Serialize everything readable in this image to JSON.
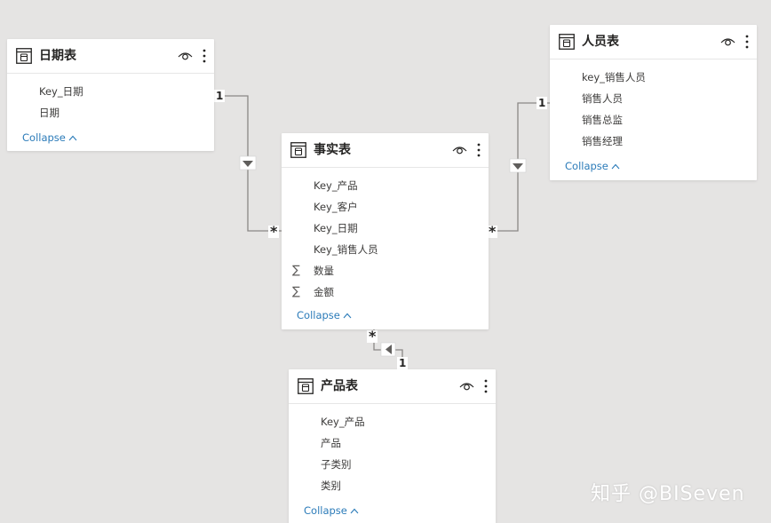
{
  "tables": {
    "date": {
      "title": "日期表",
      "fields": [
        "Key_日期",
        "日期"
      ],
      "collapse": "Collapse"
    },
    "people": {
      "title": "人员表",
      "fields": [
        "key_销售人员",
        "销售人员",
        "销售总监",
        "销售经理"
      ],
      "collapse": "Collapse"
    },
    "fact": {
      "title": "事实表",
      "fields": [
        "Key_产品",
        "Key_客户",
        "Key_日期",
        "Key_销售人员"
      ],
      "measures": [
        "数量",
        "金额"
      ],
      "collapse": "Collapse"
    },
    "product": {
      "title": "产品表",
      "fields": [
        "Key_产品",
        "产品",
        "子类别",
        "类别"
      ],
      "collapse": "Collapse"
    }
  },
  "relationships": {
    "date_fact": {
      "one": "1",
      "many": "*"
    },
    "people_fact": {
      "one": "1",
      "many": "*"
    },
    "product_fact": {
      "one": "1",
      "many": "*"
    }
  },
  "icons": {
    "table": "table-icon",
    "visibility": "eye-icon",
    "more": "more-options-icon",
    "measure": "sigma-icon",
    "collapse": "chevron-up-icon",
    "filter_direction": "triangle-arrow-icon"
  },
  "colors": {
    "canvas": "#e5e4e3",
    "card": "#ffffff",
    "link": "#2b7bb9",
    "line": "#8a8886"
  },
  "watermark": "知乎 @BISeven"
}
